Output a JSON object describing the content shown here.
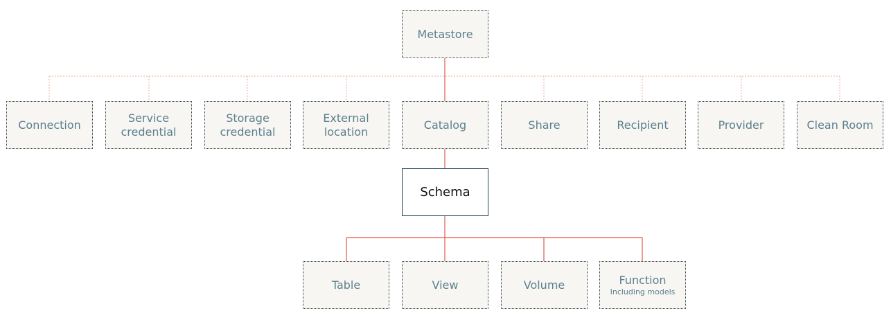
{
  "diagram": {
    "colors": {
      "solid_link": "#e0574b",
      "dotted_link": "#f0a89a",
      "box_text": "#5b7f8c",
      "box_fill": "#f7f6f3",
      "focus_border": "#1d4558"
    },
    "root": {
      "label": "Metastore"
    },
    "level1": [
      {
        "label_lines": [
          "Connection"
        ]
      },
      {
        "label_lines": [
          "Service",
          "credential"
        ]
      },
      {
        "label_lines": [
          "Storage",
          "credential"
        ]
      },
      {
        "label_lines": [
          "External",
          "location"
        ]
      },
      {
        "label_lines": [
          "Catalog"
        ]
      },
      {
        "label_lines": [
          "Share"
        ]
      },
      {
        "label_lines": [
          "Recipient"
        ]
      },
      {
        "label_lines": [
          "Provider"
        ]
      },
      {
        "label_lines": [
          "Clean Room"
        ]
      }
    ],
    "schema": {
      "label": "Schema"
    },
    "level3": [
      {
        "label": "Table"
      },
      {
        "label": "View"
      },
      {
        "label": "Volume"
      },
      {
        "label": "Function",
        "sub": "Including models"
      }
    ]
  }
}
